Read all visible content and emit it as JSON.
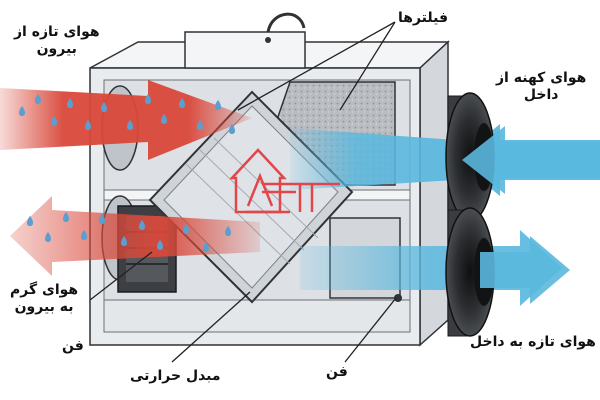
{
  "labels": {
    "fresh_air_in": [
      "هوای تازه از",
      "بیرون"
    ],
    "filters": "فیلترها",
    "stale_air_in": [
      "هوای کهنه از",
      "داخل"
    ],
    "warm_air_out": [
      "هوای گرم",
      "به بیرون"
    ],
    "fan_left": "فن",
    "heat_exchanger": "مبدل حرارتی",
    "fan_bottom": "فن",
    "fresh_air_to_inside": "هوای تازه به داخل"
  },
  "logo_text": "ATF",
  "colors": {
    "warm_arrow": "#d9483a",
    "cool_arrow": "#5ab8de",
    "droplet": "#5a9fd0",
    "logo": "#e0464a",
    "housing_light": "#eef1f4",
    "housing_shade": "#c9ced4",
    "outline": "#303236",
    "duct_dark": "#26282b"
  }
}
